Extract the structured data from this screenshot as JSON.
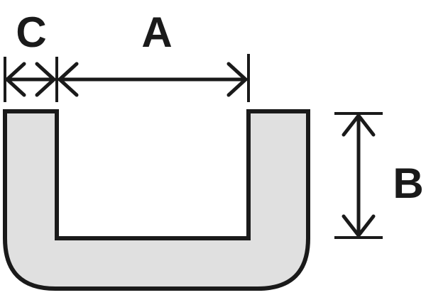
{
  "labels": {
    "width": "A",
    "height": "B",
    "wall": "C"
  },
  "colors": {
    "profile_fill": "#e0e0e0",
    "stroke": "#1a1a1a",
    "background": "#ffffff"
  }
}
